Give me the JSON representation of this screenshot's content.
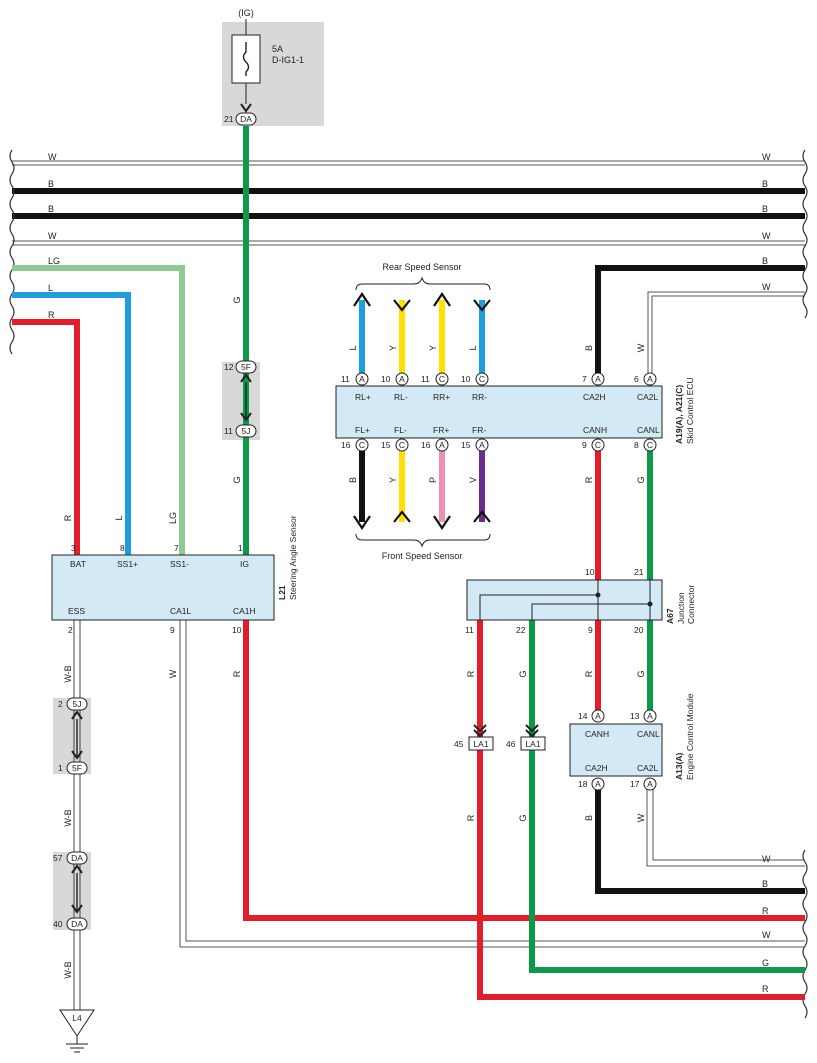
{
  "power": {
    "ig": "(IG)",
    "fuse_amp": "5A",
    "fuse_name": "D-IG1-1",
    "pin": "21",
    "conn": "DA"
  },
  "bus": {
    "w1": "W",
    "b1": "B",
    "b2": "B",
    "w2": "W",
    "b3": "B",
    "w3": "W"
  },
  "left_wires": {
    "lg": "LG",
    "l": "L",
    "r": "R"
  },
  "wire_labels": {
    "g": "G",
    "r": "R",
    "l": "L",
    "lg": "LG",
    "w": "W",
    "wb": "W-B",
    "b": "B",
    "y": "Y",
    "p": "P",
    "v": "V"
  },
  "inline_connectors": {
    "c12": {
      "pin": "12",
      "id": "5F"
    },
    "c11": {
      "pin": "11",
      "id": "5J"
    },
    "c2": {
      "pin": "2",
      "id": "5J"
    },
    "c1": {
      "pin": "1",
      "id": "5F"
    },
    "c57": {
      "pin": "57",
      "id": "DA"
    },
    "c40": {
      "pin": "40",
      "id": "DA"
    }
  },
  "steering": {
    "code": "L21",
    "desc": "Steering Angle Sensor",
    "top_pins": [
      {
        "num": "3",
        "name": "BAT"
      },
      {
        "num": "8",
        "name": "SS1+"
      },
      {
        "num": "7",
        "name": "SS1-"
      },
      {
        "num": "1",
        "name": "IG"
      }
    ],
    "bottom_pins": [
      {
        "num": "2",
        "name": "ESS"
      },
      {
        "num": "9",
        "name": "CA1L"
      },
      {
        "num": "10",
        "name": "CA1H"
      }
    ]
  },
  "skid": {
    "code": "A19(A), A21(C)",
    "desc": "Skid Control ECU",
    "top_pins": [
      {
        "num": "11",
        "conn": "A",
        "name": "RL+"
      },
      {
        "num": "10",
        "conn": "A",
        "name": "RL-"
      },
      {
        "num": "11",
        "conn": "C",
        "name": "RR+"
      },
      {
        "num": "10",
        "conn": "C",
        "name": "RR-"
      },
      {
        "num": "7",
        "conn": "A",
        "name": "CA2H"
      },
      {
        "num": "6",
        "conn": "A",
        "name": "CA2L"
      }
    ],
    "bottom_pins": [
      {
        "num": "16",
        "conn": "C",
        "name": "FL+"
      },
      {
        "num": "15",
        "conn": "C",
        "name": "FL-"
      },
      {
        "num": "16",
        "conn": "A",
        "name": "FR+"
      },
      {
        "num": "15",
        "conn": "A",
        "name": "FR-"
      },
      {
        "num": "9",
        "conn": "C",
        "name": "CANH"
      },
      {
        "num": "8",
        "conn": "C",
        "name": "CANL"
      }
    ]
  },
  "sensors": {
    "rear": "Rear Speed Sensor",
    "front": "Front Speed Sensor"
  },
  "junction": {
    "code": "A67",
    "desc1": "Junction",
    "desc2": "Connector",
    "pins": {
      "p10": "10",
      "p21": "21",
      "p11": "11",
      "p22": "22",
      "p9": "9",
      "p20": "20"
    }
  },
  "ecm": {
    "code": "A13(A)",
    "desc": "Engine Control Module",
    "top_pins": [
      {
        "num": "14",
        "conn": "A",
        "name": "CANH"
      },
      {
        "num": "13",
        "conn": "A",
        "name": "CANL"
      }
    ],
    "bottom_pins": [
      {
        "num": "18",
        "conn": "A",
        "name": "CA2H"
      },
      {
        "num": "17",
        "conn": "A",
        "name": "CA2L"
      }
    ]
  },
  "la1": {
    "p45": "45",
    "p46": "46",
    "id": "LA1"
  },
  "ground": {
    "id": "L4"
  },
  "bottom_bus": {
    "w": "W",
    "b": "B",
    "r1": "R",
    "w2": "W",
    "g": "G",
    "r2": "R"
  },
  "colors": {
    "red": "#e31d2b",
    "blue": "#1e9de0",
    "lightgreen": "#8ecb92",
    "green": "#0d9a48",
    "black": "#111111",
    "yellow": "#ffe000",
    "pink": "#ef8fb8",
    "violet": "#6a2c8e",
    "box": "#d3eaf6",
    "gray": "#d6d6d6"
  }
}
